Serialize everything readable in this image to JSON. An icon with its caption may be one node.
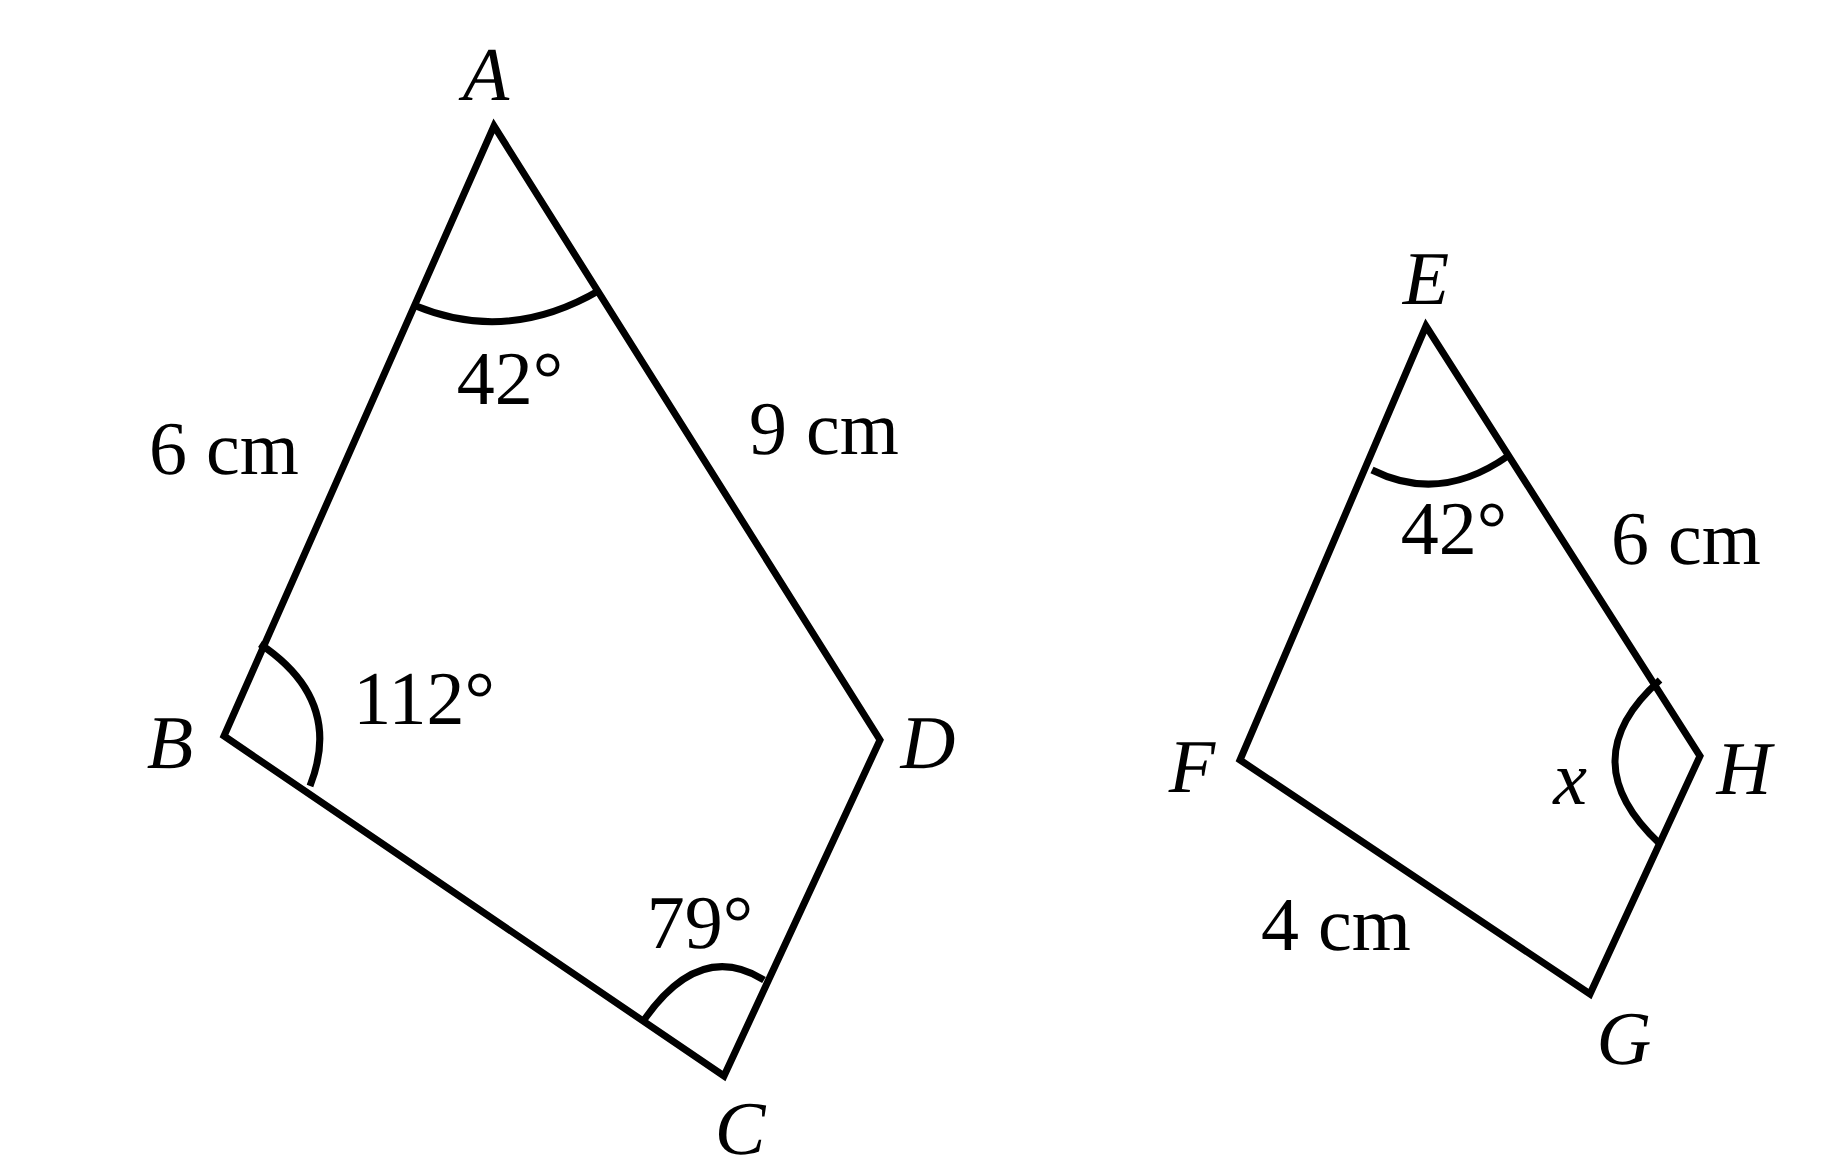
{
  "diagram": {
    "labels": [
      "A",
      "42°",
      "6 cm",
      "9 cm",
      "E",
      "42°",
      "6 cm",
      "B",
      "112°",
      "D",
      "F",
      "x",
      "H",
      "4 cm",
      "79°",
      "G",
      "C"
    ]
  }
}
